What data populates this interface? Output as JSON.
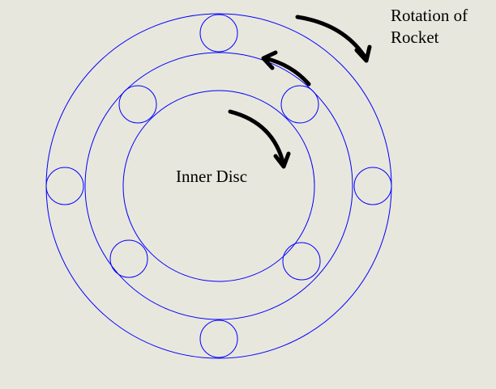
{
  "labels": {
    "rotation_line1": "Rotation of",
    "rotation_line2": "Rocket",
    "inner_disc": "Inner Disc"
  },
  "colors": {
    "background": "#e8e7dd",
    "circles": "#0000ff",
    "arrows": "#000000"
  }
}
